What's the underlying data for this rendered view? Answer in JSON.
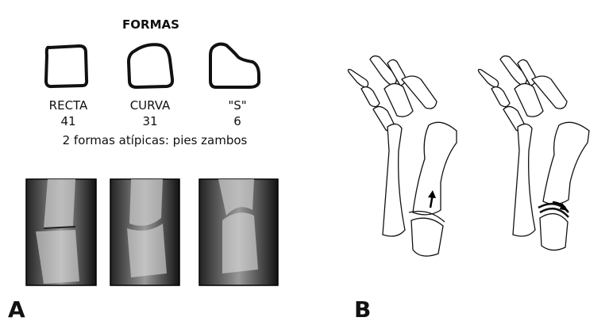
{
  "panel_a": {
    "label": "A",
    "title": "FORMAS",
    "shapes": [
      {
        "name": "RECTA",
        "count": "41"
      },
      {
        "name": "CURVA",
        "count": "31"
      },
      {
        "name": "\"S\"",
        "count": "6"
      }
    ],
    "note": "2 formas atípicas: pies zambos"
  },
  "panel_b": {
    "label": "B"
  }
}
